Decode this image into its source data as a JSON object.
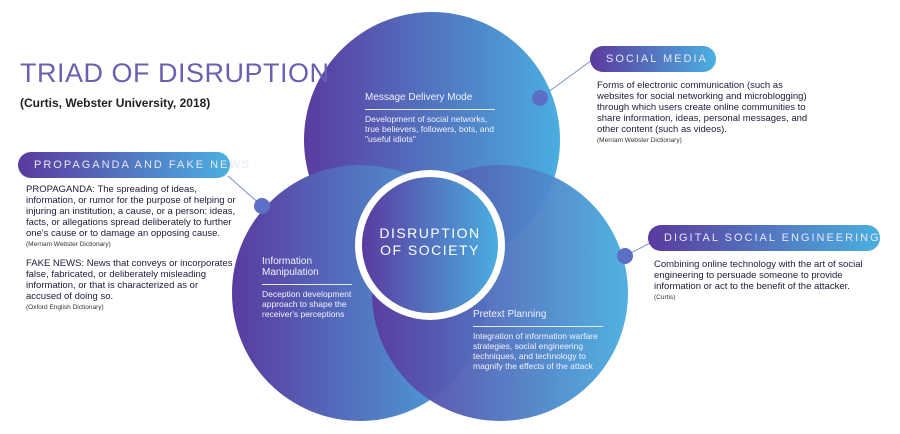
{
  "title": "TRIAD OF DISRUPTION",
  "subtitle": "(Curtis, Webster University, 2018)",
  "center_label": [
    "DISRUPTION",
    "OF SOCIETY"
  ],
  "circles": {
    "top": {
      "title": "Message Delivery Mode",
      "desc": "Development of social networks, true believers, followers, bots, and \"useful idiots\""
    },
    "left": {
      "title": "Information Manipulation",
      "desc": "Deception development approach to shape the receiver's perceptions"
    },
    "right": {
      "title": "Pretext Planning",
      "desc": "Integration of information warfare strategies, social engineering techniques, and technology to magnify the effects of the attack"
    }
  },
  "callouts": {
    "propaganda": {
      "label": "PROPAGANDA AND FAKE NEWS",
      "p1": "PROPAGANDA: The spreading of ideas, information, or rumor for the purpose of helping or injuring an institution, a cause, or a person: ideas, facts, or allegations spread deliberately to further one's cause or to damage an opposing cause.",
      "p1_src": "(Merriam Webster Dictionary)",
      "p2": "FAKE NEWS: News that conveys or incorporates false, fabricated, or deliberately misleading information, or that is characterized as or accused of doing so.",
      "p2_src": "(Oxford English Dictionary)"
    },
    "social_media": {
      "label": "SOCIAL MEDIA",
      "text": "Forms of electronic communication (such as websites for social networking and microblogging) through which users create online communities to share information, ideas, personal messages, and other content (such as videos).",
      "src": "(Merriam Webster Dictionary)"
    },
    "dse": {
      "label": "DIGITAL SOCIAL ENGINEERING",
      "text": "Combining online technology with the art of social engineering to persuade someone to provide information or act to the benefit of the attacker.",
      "src": "(Curtis)"
    }
  },
  "colors": {
    "purple": "#5b3a9e",
    "blue": "#4ab0e0"
  }
}
